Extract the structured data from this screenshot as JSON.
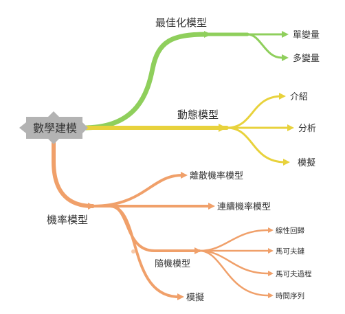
{
  "root": {
    "label": "數學建模",
    "color": "#b3b3b3"
  },
  "branches": [
    {
      "label": "最佳化模型",
      "color": "#8fcf5c",
      "children": [
        {
          "label": "單變量"
        },
        {
          "label": "多變量"
        }
      ]
    },
    {
      "label": "動態模型",
      "color": "#e8d23c",
      "children": [
        {
          "label": "介紹"
        },
        {
          "label": "分析"
        },
        {
          "label": "模擬"
        }
      ]
    },
    {
      "label": "機率模型",
      "color": "#f0a06a",
      "children": [
        {
          "label": "離散機率模型"
        },
        {
          "label": "連續機率模型"
        },
        {
          "label": "隨機模型",
          "children": [
            {
              "label": "線性回歸"
            },
            {
              "label": "馬可夫鏈"
            },
            {
              "label": "馬可夫過程"
            },
            {
              "label": "時間序列"
            }
          ]
        },
        {
          "label": "模擬"
        }
      ]
    }
  ]
}
